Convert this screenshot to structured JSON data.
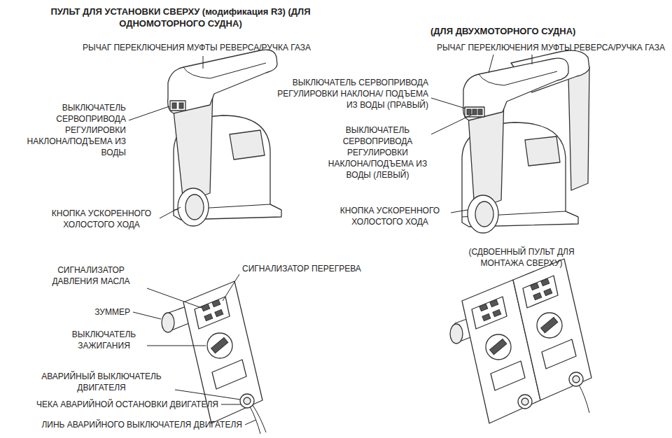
{
  "diagram": {
    "title": "ПУЛЬТ ДЛЯ УСТАНОВКИ СВЕРХУ (модификация R3) (ДЛЯ ОДНОМОТОРНОГО СУДНА)",
    "labels": [
      "(ДЛЯ ДВУХМОТОРНОГО СУДНА)",
      "РЫЧАГ ПЕРЕКЛЮЧЕНИЯ МУФТЫ РЕВЕРСА/РУЧКА ГАЗА",
      "РЫЧАГ ПЕРЕКЛЮЧЕНИЯ МУФТЫ РЕВЕРСА/РУЧКА ГАЗА",
      "ВЫКЛЮЧАТЕЛЬ СЕРВОПРИВОДА РЕГУЛИРОВКИ НАКЛОНА/ПОДЪЕМА ИЗ ВОДЫ",
      "КНОПКА УСКОРЕННОГО ХОЛОСТОГО ХОДА",
      "ВЫКЛЮЧАТЕЛЬ СЕРВОПРИВОДА РЕГУЛИРОВКИ НАКЛОНА/ ПОДЪЕМА ИЗ ВОДЫ (ПРАВЫЙ)",
      "ВЫКЛЮЧАТЕЛЬ СЕРВОПРИВОДА РЕГУЛИРОВКИ НАКЛОНА/ПОДЪЕМА ИЗ ВОДЫ (ЛЕВЫЙ)",
      "КНОПКА УСКОРЕННОГО ХОЛОСТОГО ХОДА",
      "(СДВОЕННЫЙ ПУЛЬТ ДЛЯ МОНТАЖА СВЕРХУ)",
      "СИГНАЛИЗАТОР ДАВЛЕНИЯ МАСЛА",
      "СИГНАЛИЗАТОР ПЕРЕГРЕВА",
      "ЗУММЕР",
      "ВЫКЛЮЧАТЕЛЬ ЗАЖИГАНИЯ",
      "АВАРИЙНЫЙ ВЫКЛЮЧАТЕЛЬ ДВИГАТЕЛЯ",
      "ЧЕКА АВАРИЙНОЙ ОСТАНОВКИ ДВИГАТЕЛЯ",
      "ЛИНЬ АВАРИЙНОГО ВЫКЛЮЧАТЕЛЯ ДВИГАТЕЛЯ"
    ]
  }
}
